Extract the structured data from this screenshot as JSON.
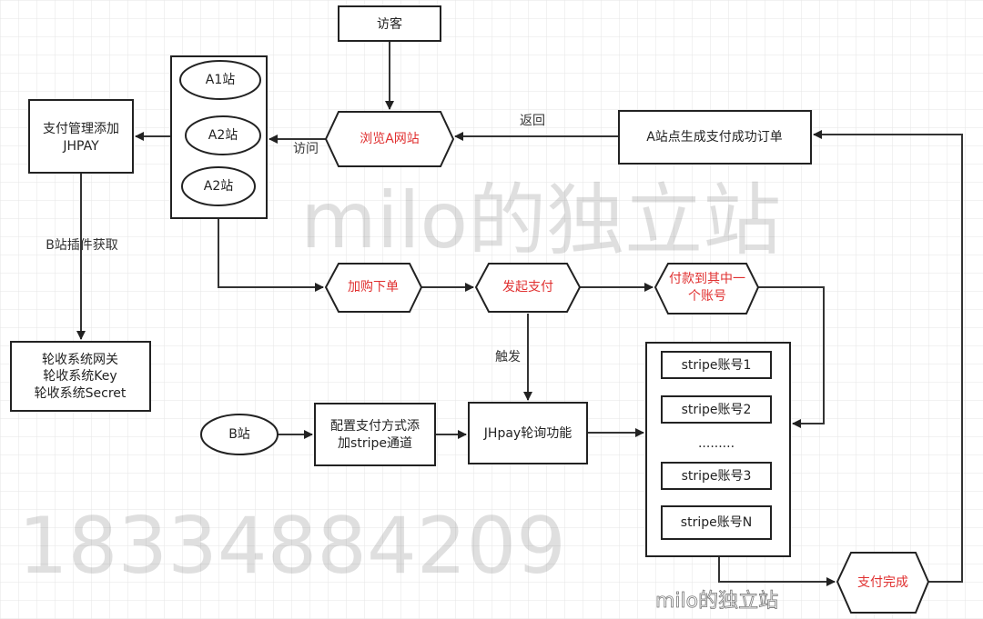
{
  "nodes": {
    "visitor": "访客",
    "browse": "浏览A网站",
    "site_a1": "A1站",
    "site_a2": "A2站",
    "site_a3": "A2站",
    "pay_mgmt_line1": "支付管理添加",
    "pay_mgmt_line2": "JHPAY",
    "gateway_line1": "轮收系统网关",
    "gateway_line2": "轮收系统Key",
    "gateway_line3": "轮收系统Secret",
    "order": "A站点生成支付成功订单",
    "add_cart": "加购下单",
    "initiate_pay": "发起支付",
    "pay_account_line1": "付款到其中一",
    "pay_account_line2": "个账号",
    "site_b": "B站",
    "config_line1": "配置支付方式添",
    "config_line2": "加stripe通道",
    "jhpay_poll": "JHpay轮询功能",
    "stripe_1": "stripe账号1",
    "stripe_2": "stripe账号2",
    "stripe_dots": ".........",
    "stripe_3": "stripe账号3",
    "stripe_n": "stripe账号N",
    "bottom_hex": "支付完成"
  },
  "edge_labels": {
    "return": "返回",
    "visit": "访问",
    "plugin": "B站插件获取",
    "trigger": "触发"
  },
  "watermarks": {
    "brand": "milo的独立站",
    "phone": "18334884209",
    "corner": "milo的独立站"
  },
  "colors": {
    "accent_text": "#e03030"
  }
}
